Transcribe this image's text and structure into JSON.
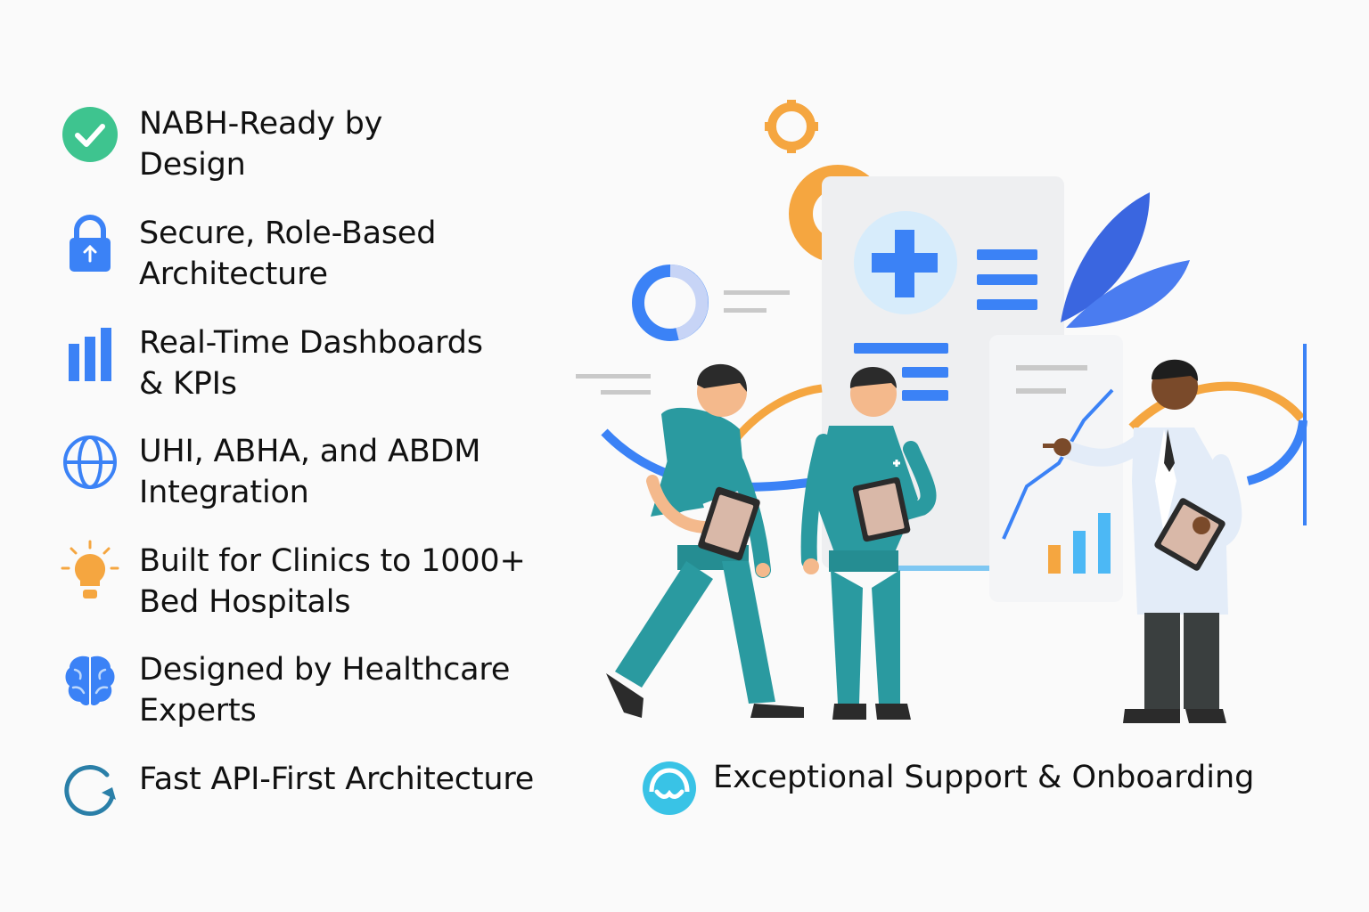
{
  "features": [
    {
      "line1": "NABH-Ready by",
      "line2": "Design",
      "icon": "check-circle-icon"
    },
    {
      "line1": "Secure, Role-Based",
      "line2": "Architecture",
      "icon": "lock-icon"
    },
    {
      "line1": "Real-Time Dashboards",
      "line2": "& KPIs",
      "icon": "bar-chart-icon"
    },
    {
      "line1": "UHI, ABHA, and ABDM",
      "line2": "Integration",
      "icon": "globe-icon"
    },
    {
      "line1": "Built for Clinics to 1000+",
      "line2": "Bed Hospitals",
      "icon": "lightbulb-icon"
    },
    {
      "line1": "Designed by Healthcare",
      "line2": "Experts",
      "icon": "brain-icon"
    },
    {
      "line1": "Fast API-First Architecture",
      "line2": "",
      "icon": "refresh-icon"
    }
  ],
  "support": {
    "label": "Exceptional Support & Onboarding",
    "icon": "headset-icon"
  },
  "colors": {
    "green": "#3ec48f",
    "blue": "#3b82f6",
    "orange": "#f5a640",
    "teal": "#2a9aa0",
    "cyan": "#39c3e6"
  }
}
